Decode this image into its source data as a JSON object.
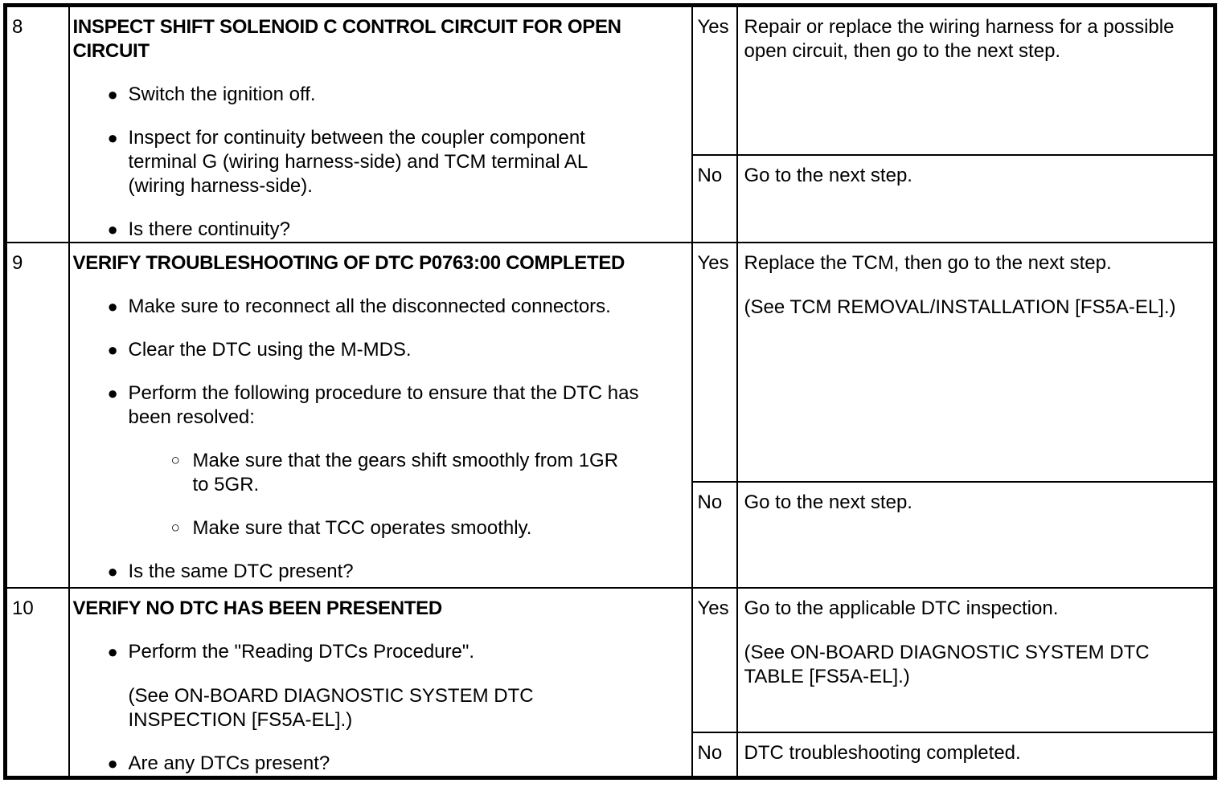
{
  "glyphs": {
    "bullet": "●",
    "subbullet": "○"
  },
  "rows": [
    {
      "step": "8",
      "title": "INSPECT SHIFT SOLENOID C CONTROL CIRCUIT FOR OPEN\nCIRCUIT",
      "items": [
        {
          "level": 1,
          "text": "Switch the ignition off."
        },
        {
          "level": 1,
          "text": "Inspect for continuity between the coupler component\nterminal G (wiring harness-side) and TCM terminal AL\n(wiring harness-side)."
        },
        {
          "level": 1,
          "text": "Is there continuity?"
        }
      ],
      "yes": {
        "label": "Yes",
        "action": [
          "Repair or replace the wiring harness for a possible\nopen circuit, then go to the next step."
        ]
      },
      "no": {
        "label": "No",
        "action": [
          "Go to the next step."
        ]
      }
    },
    {
      "step": "9",
      "title": "VERIFY TROUBLESHOOTING OF DTC P0763:00 COMPLETED",
      "items": [
        {
          "level": 1,
          "text": "Make sure to reconnect all the disconnected connectors."
        },
        {
          "level": 1,
          "text": "Clear the DTC using the M-MDS."
        },
        {
          "level": 1,
          "text": "Perform the following procedure to ensure that the DTC has\nbeen resolved:"
        },
        {
          "level": 2,
          "text": "Make sure that the gears shift smoothly from 1GR\nto 5GR."
        },
        {
          "level": 2,
          "text": "Make sure that TCC operates smoothly."
        },
        {
          "level": 1,
          "text": "Is the same DTC present?"
        }
      ],
      "yes": {
        "label": "Yes",
        "action": [
          "Replace the TCM, then go to the next step.",
          "(See TCM REMOVAL/INSTALLATION [FS5A-EL].)"
        ]
      },
      "no": {
        "label": "No",
        "action": [
          "Go to the next step."
        ]
      }
    },
    {
      "step": "10",
      "title": "VERIFY NO DTC HAS BEEN PRESENTED",
      "items": [
        {
          "level": 1,
          "text": "Perform the \"Reading DTCs Procedure\".",
          "note": "(See ON-BOARD DIAGNOSTIC SYSTEM DTC\nINSPECTION [FS5A-EL].)"
        },
        {
          "level": 1,
          "text": "Are any DTCs present?"
        }
      ],
      "yes": {
        "label": "Yes",
        "action": [
          "Go to the applicable DTC inspection.",
          "(See ON-BOARD DIAGNOSTIC SYSTEM DTC\nTABLE [FS5A-EL].)"
        ]
      },
      "no": {
        "label": "No",
        "action": [
          "DTC troubleshooting completed."
        ]
      }
    }
  ]
}
